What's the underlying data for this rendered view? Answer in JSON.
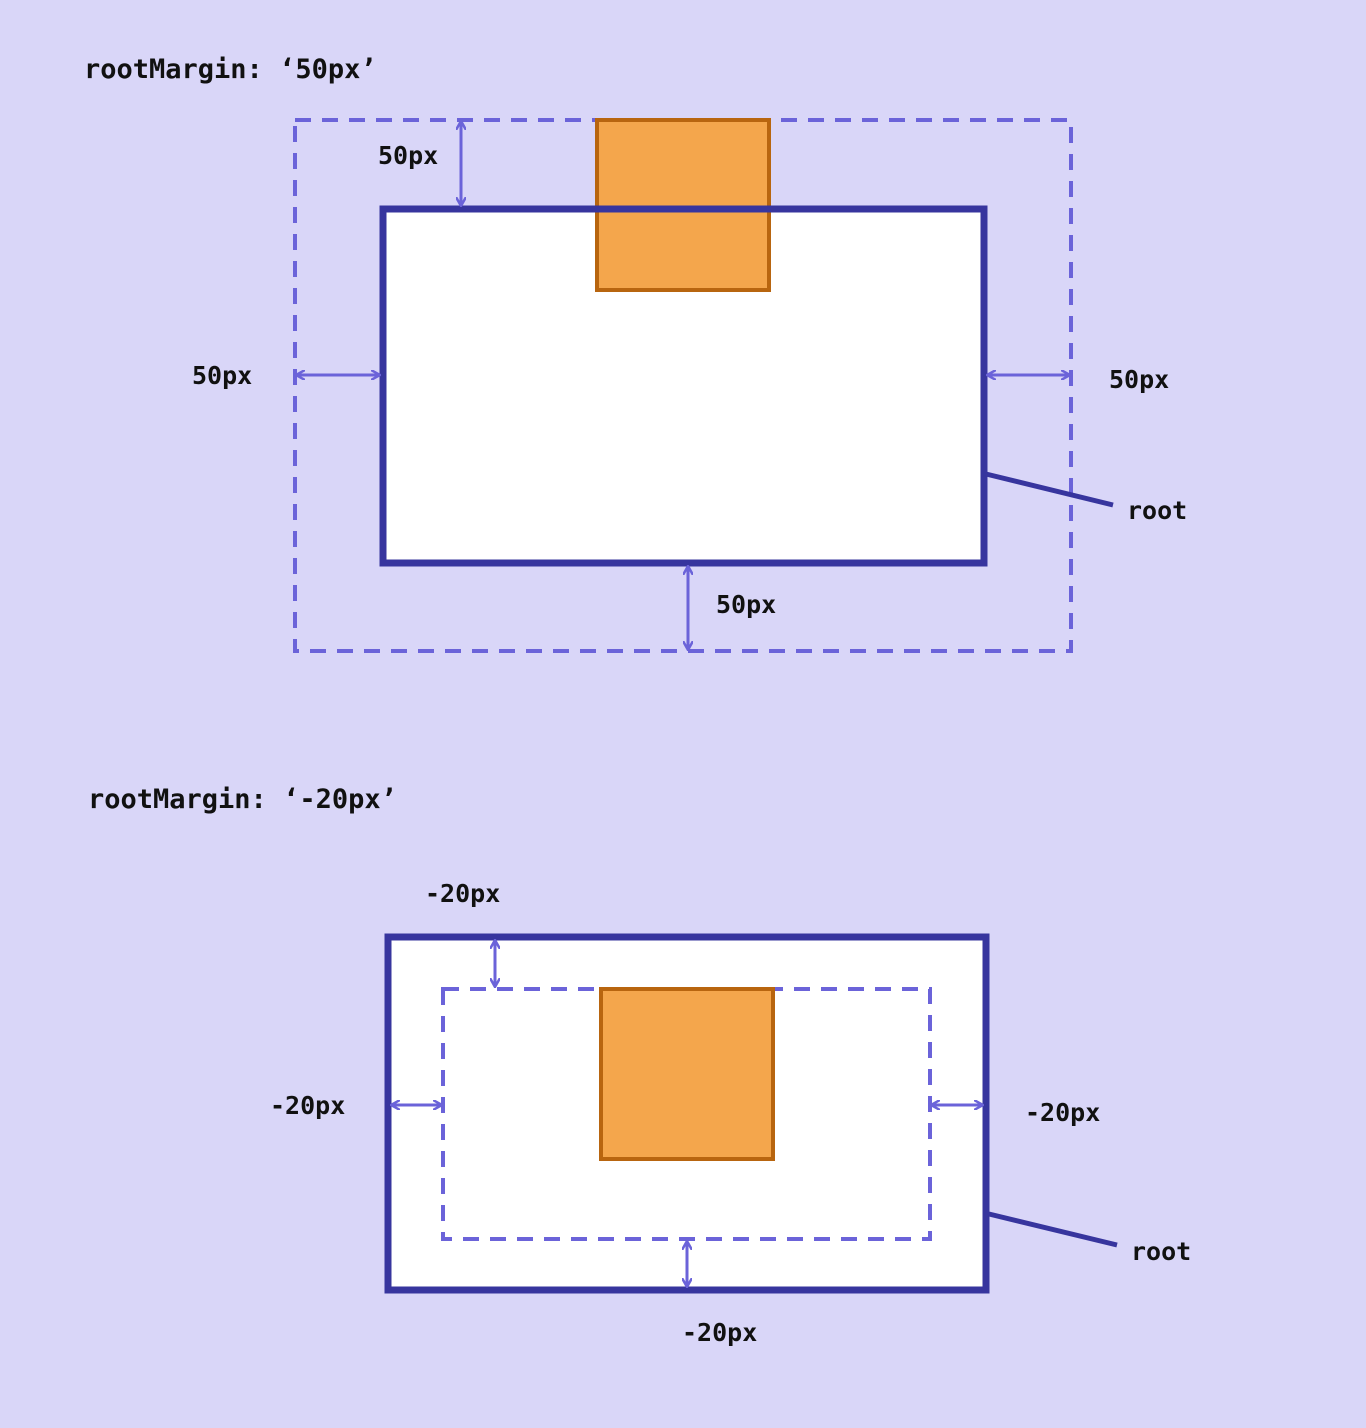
{
  "colors": {
    "background": "#d9d6f8",
    "root_border": "#37359e",
    "root_fill": "#ffffff",
    "margin_dash": "#6b63d9",
    "arrow": "#6b63d9",
    "target_fill": "#f4a64c",
    "target_border": "#b8650f",
    "text": "#111111"
  },
  "diagram_positive": {
    "title": "rootMargin: ‘50px’",
    "label_top": "50px",
    "label_left": "50px",
    "label_right": "50px",
    "label_bottom": "50px",
    "root_label": "root"
  },
  "diagram_negative": {
    "title": "rootMargin: ‘-20px’",
    "label_top": "-20px",
    "label_left": "-20px",
    "label_right": "-20px",
    "label_bottom": "-20px",
    "root_label": "root"
  }
}
